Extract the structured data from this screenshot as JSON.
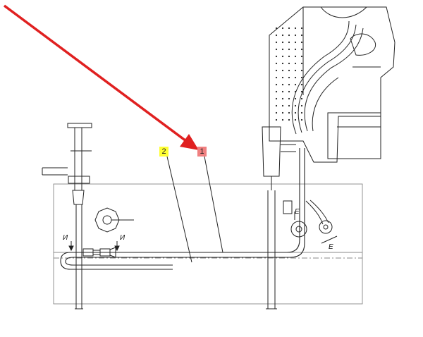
{
  "callouts": [
    {
      "id": "1",
      "text": "1",
      "color": "#f08080"
    },
    {
      "id": "2",
      "text": "2",
      "color": "#ffff33"
    }
  ],
  "section_marks": {
    "i_left": "И",
    "i_right": "И",
    "e_upper": "E",
    "e_lower": "E"
  },
  "colors": {
    "arrow": "#e02020",
    "line": "#222222",
    "frame": "#888888"
  }
}
